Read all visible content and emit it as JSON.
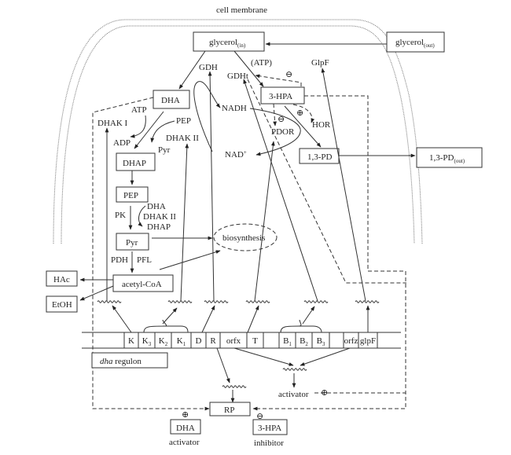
{
  "diagram": {
    "membrane_label": "cell membrane",
    "glycerol_in": {
      "base": "glycerol",
      "sub": "(in)"
    },
    "glycerol_out": {
      "base": "glycerol",
      "sub": "(out)"
    },
    "pd_out": {
      "base": "1,3-PD",
      "sub": "(out)"
    },
    "nodes": {
      "dha": "DHA",
      "dhap": "DHAP",
      "pep": "PEP",
      "pyr": "Pyr",
      "acetyl_coa": "acetyl-CoA",
      "hac": "HAc",
      "etoh": "EtOH",
      "hpa": "3-HPA",
      "pd": "1,3-PD",
      "rp": "RP",
      "biosynthesis": "biosynthesis",
      "dha_activator_box": "DHA",
      "hpa_inhibitor_box": "3-HPA"
    },
    "labels": {
      "gdh": "GDH",
      "gdht": "GDHt",
      "atp_paren": "(ATP)",
      "glpf": "GlpF",
      "atp": "ATP",
      "adp": "ADP",
      "pep_side": "PEP",
      "pyr_side": "Pyr",
      "dhak1": "DHAK I",
      "dhak2": "DHAK II",
      "nadh": "NADH",
      "nad": "NAD",
      "nad_sup": "+",
      "pdor": "PDOR",
      "hor": "HOR",
      "pk": "PK",
      "dha_small": "DHA",
      "dhak2_small": "DHAK II",
      "dhap_small": "DHAP",
      "pdh": "PDH",
      "pfl": "PFL",
      "activator_mid": "activator",
      "activator_bottom": "activator",
      "inhibitor_bottom": "inhibitor",
      "regulon_italic": "dha",
      "regulon_rest": " regulon",
      "minus": "⊖",
      "plus": "⊕"
    },
    "genes": [
      {
        "base": "K",
        "sub": ""
      },
      {
        "base": "K",
        "sub": "3"
      },
      {
        "base": "K",
        "sub": "2"
      },
      {
        "base": "K",
        "sub": "1"
      },
      {
        "base": "D",
        "sub": ""
      },
      {
        "base": "R",
        "sub": ""
      },
      {
        "base": "orfx",
        "sub": ""
      },
      {
        "base": "T",
        "sub": ""
      },
      {
        "base": "",
        "sub": ""
      },
      {
        "base": "B",
        "sub": "1"
      },
      {
        "base": "B",
        "sub": "2"
      },
      {
        "base": "B",
        "sub": "3"
      },
      {
        "base": "",
        "sub": ""
      },
      {
        "base": "orfz",
        "sub": ""
      },
      {
        "base": "glpF",
        "sub": ""
      }
    ]
  }
}
